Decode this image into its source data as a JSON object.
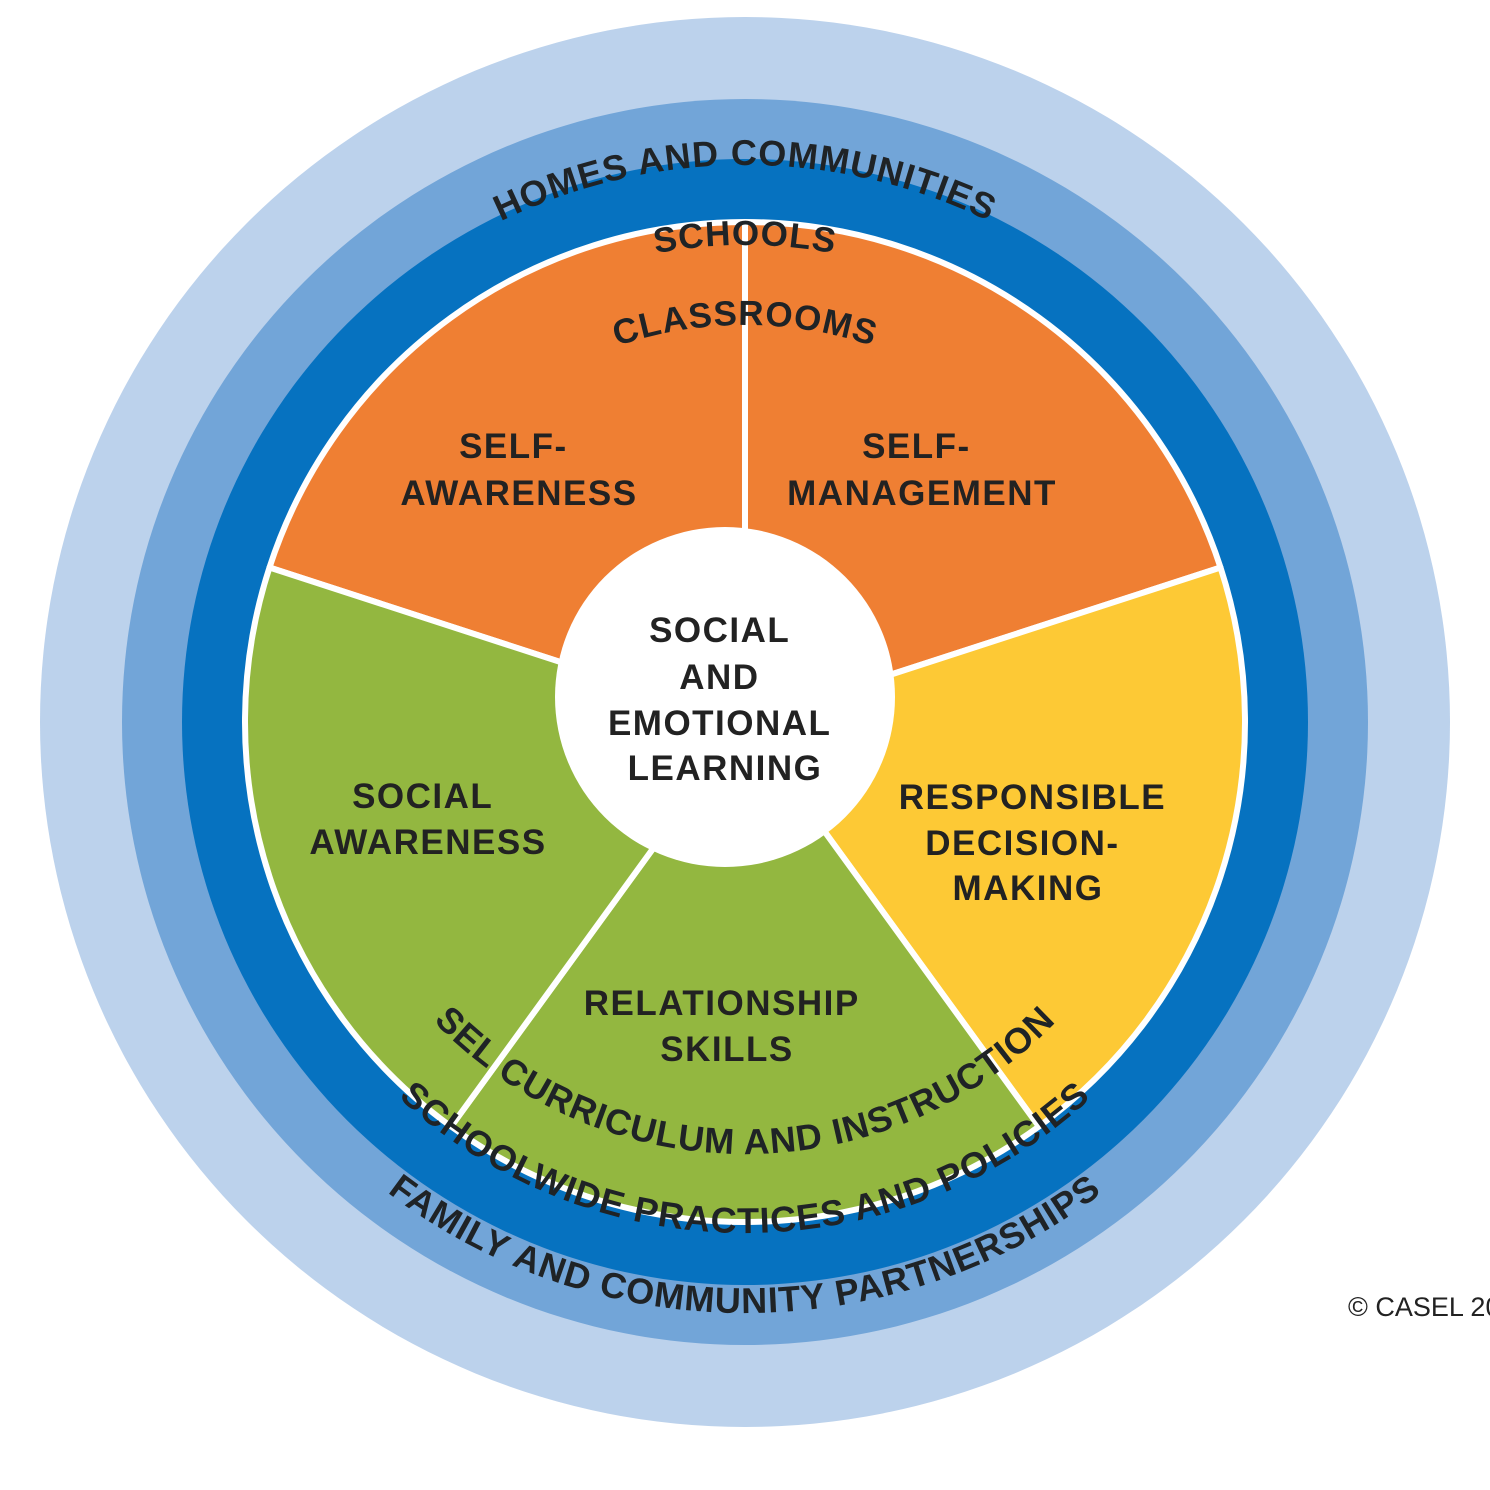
{
  "colors": {
    "outer_ring": "#bcd2ec",
    "middle_ring": "#72a5d8",
    "inner_ring": "#0672c0",
    "orange": "#ef7f33",
    "yellow": "#fdc935",
    "green": "#93b740",
    "center": "#ffffff",
    "divider": "#ffffff"
  },
  "rings": {
    "outer_top": "HOMES AND COMMUNITIES",
    "middle_top": "SCHOOLS",
    "inner_top": "CLASSROOMS",
    "inner_bottom": "SEL CURRICULUM AND INSTRUCTION",
    "middle_bottom": "SCHOOLWIDE PRACTICES AND POLICIES",
    "outer_bottom": "FAMILY AND COMMUNITY PARTNERSHIPS"
  },
  "segments": [
    {
      "lines": [
        "SELF-",
        "AWARENESS"
      ],
      "color": "orange"
    },
    {
      "lines": [
        "SELF-",
        "MANAGEMENT"
      ],
      "color": "orange"
    },
    {
      "lines": [
        "RESPONSIBLE",
        "DECISION-",
        "MAKING"
      ],
      "color": "yellow"
    },
    {
      "lines": [
        "RELATIONSHIP",
        "SKILLS"
      ],
      "color": "green"
    },
    {
      "lines": [
        "SOCIAL",
        "AWARENESS"
      ],
      "color": "green"
    }
  ],
  "center": {
    "lines": [
      "SOCIAL",
      "AND",
      "EMOTIONAL",
      "LEARNING"
    ]
  },
  "copyright": "© CASEL 20"
}
